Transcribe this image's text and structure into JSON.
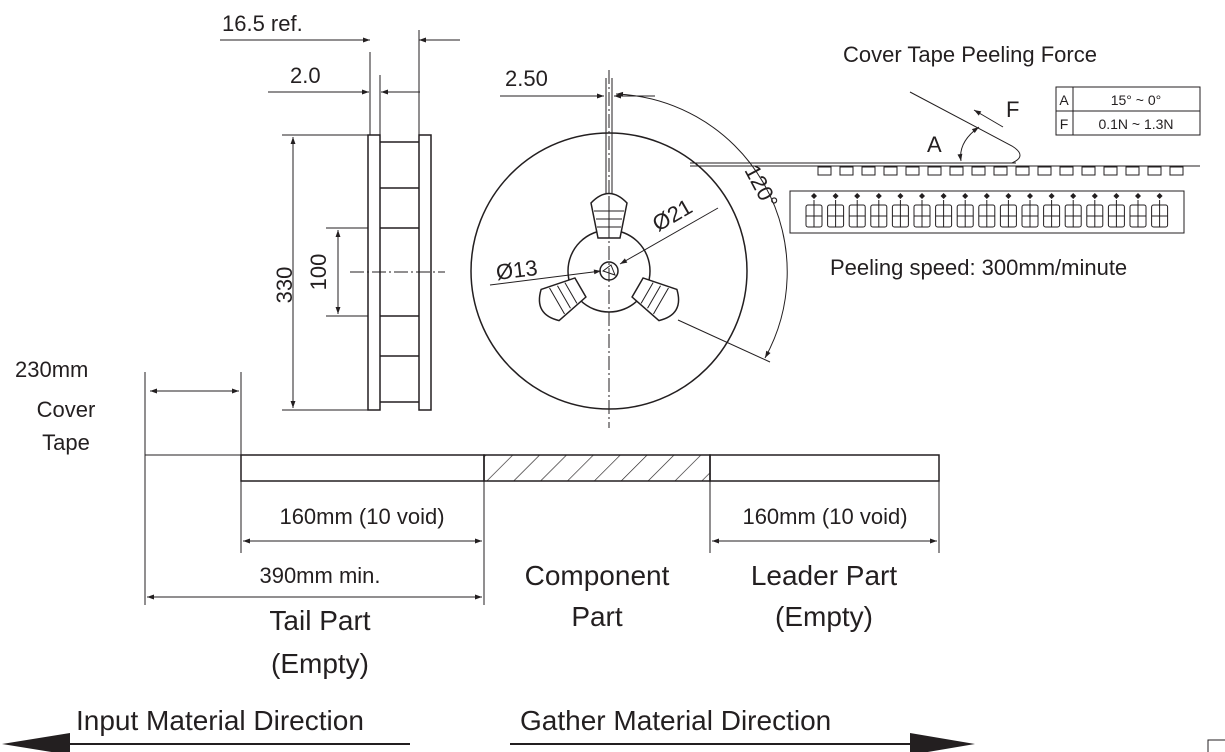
{
  "dimensions": {
    "ref_width": "16.5 ref.",
    "flange_thickness": "2.0",
    "slot_width": "2.50",
    "reel_diameter": "330",
    "hub_diameter": "100",
    "dia_21": "Ø21",
    "dia_13": "Ø13",
    "angle": "120°"
  },
  "peeling": {
    "title": "Cover Tape Peeling Force",
    "angle_label": "A",
    "force_label": "F",
    "table": [
      {
        "key": "A",
        "value": "15° ~ 0°"
      },
      {
        "key": "F",
        "value": "0.1N ~ 1.3N"
      }
    ],
    "speed": "Peeling speed: 300mm/minute"
  },
  "tape": {
    "cover_tape_length": "230mm",
    "cover_tape_word1": "Cover",
    "cover_tape_word2": "Tape",
    "tail_void": "160mm (10 void)",
    "leader_void": "160mm (10 void)",
    "tail_min": "390mm min.",
    "tail_part_1": "Tail Part",
    "tail_part_2": "(Empty)",
    "component_part_1": "Component",
    "component_part_2": "Part",
    "leader_part_1": "Leader Part",
    "leader_part_2": "(Empty)"
  },
  "directions": {
    "input": "Input Material Direction",
    "gather": "Gather Material Direction"
  }
}
